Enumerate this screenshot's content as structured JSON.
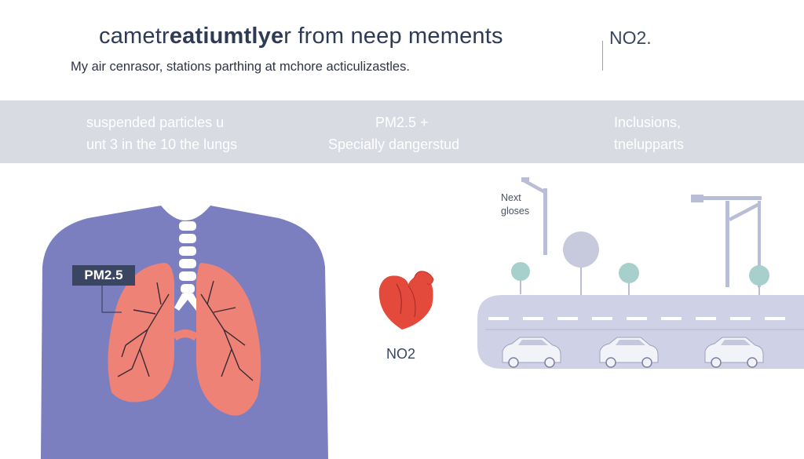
{
  "header": {
    "title_part1": "cametr",
    "title_bold": "eatiumtlye",
    "title_part2": "r from neep mements",
    "right_label": "NO2.",
    "subtitle": "My air cenrasor, stations parthing at mchore acticulizastles."
  },
  "band": {
    "left_line1": "suspended particles u",
    "left_line2": "unt 3 in the 10 the lungs",
    "mid_line1": "PM2.5 +",
    "mid_line2": "Specially dangerstud",
    "right_line1": "Inclusions,",
    "right_line2": "tnelupparts"
  },
  "body_figure": {
    "pm_label": "PM2.5"
  },
  "heart": {
    "label": "NO2"
  },
  "street": {
    "sign_line1": "Next",
    "sign_line2": "gloses"
  },
  "colors": {
    "title": "#2f3b55",
    "band": "#d8dbe2",
    "torso": "#7c7fbf",
    "lungs": "#ee8277",
    "heart": "#e44a3c",
    "road": "#cfd2e6",
    "tree": "#a7d0cd",
    "label_bg": "#3a4562"
  }
}
